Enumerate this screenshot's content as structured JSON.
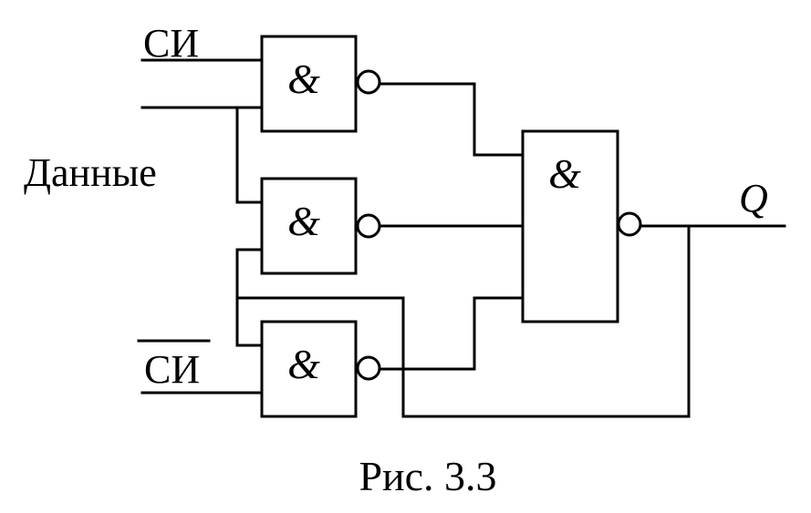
{
  "diagram": {
    "inputs": {
      "si": "СИ",
      "data": "Данные",
      "si_inverted": "СИ"
    },
    "gate_symbol": "&",
    "output": "Q",
    "caption": "Рис. 3.3"
  }
}
